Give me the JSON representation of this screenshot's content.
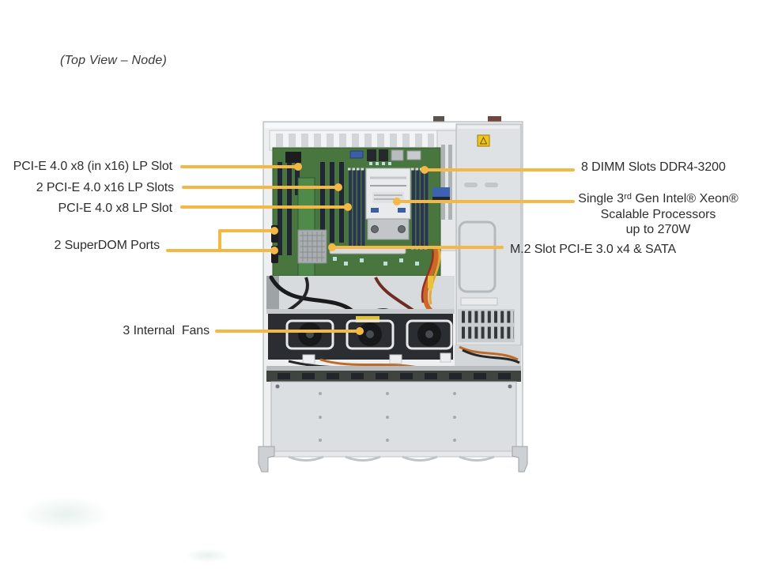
{
  "figure": {
    "title": "(Top View – Node)"
  },
  "colors": {
    "accent": "#F3B845",
    "pcb_green": "#49763F",
    "chassis_gray": "#EDEFF0"
  },
  "callouts": {
    "left": [
      {
        "text": "PCI-E 4.0 x8 (in x16) LP Slot"
      },
      {
        "text": "2 PCI-E 4.0 x16 LP Slots"
      },
      {
        "text": "PCI-E 4.0 x8 LP Slot"
      },
      {
        "text": "2 SuperDOM Ports"
      },
      {
        "text": "3 Internal  Fans"
      }
    ],
    "right": [
      {
        "text": "8 DIMM Slots DDR4-3200"
      },
      {
        "line1": "Single 3ʳᵈ Gen Intel® Xeon®",
        "line2": "Scalable Processors",
        "line3": "up to 270W"
      },
      {
        "text": "M.2 Slot PCI-E 3.0 x4 & SATA"
      }
    ]
  }
}
